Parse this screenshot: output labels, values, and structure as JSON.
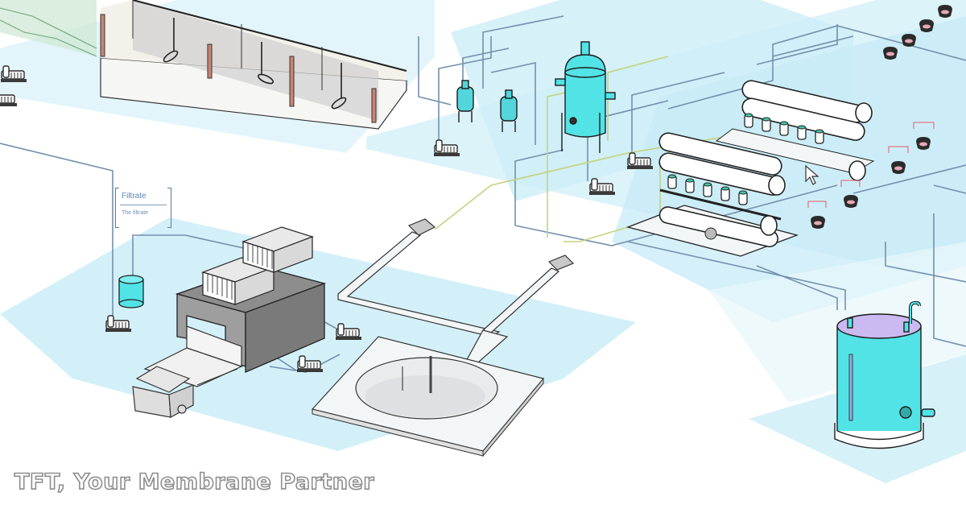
{
  "diagram": {
    "title": "Membrane water treatment plant process flow (isometric)",
    "colors": {
      "floor_zone": "#d6f1f8",
      "floor_zone_deep": "#bfe8f3",
      "tank_cyan": "#52e3e6",
      "tank_top_violet": "#c9b8f0",
      "pipe_blue": "#6f8fab",
      "pipe_green": "#c7d98a",
      "equipment_outline": "#222222",
      "press_gray": "#8c8c8c",
      "valve_red": "#e45b6a",
      "wall_red": "#c98474"
    },
    "components": [
      {
        "id": "aeration-basin",
        "label": "Aeration basin with 3 mixers"
      },
      {
        "id": "filtrate-label",
        "label": "Filtrate"
      },
      {
        "id": "chemical-tank",
        "label": "Chemical dosing tank"
      },
      {
        "id": "filter-press",
        "label": "Sludge dewatering / filter press"
      },
      {
        "id": "sludge-truck",
        "label": "Sludge truck"
      },
      {
        "id": "clarifier",
        "label": "Circular clarifier"
      },
      {
        "id": "cartridge-filters",
        "label": "Cartridge filters (2)"
      },
      {
        "id": "pressure-vessel",
        "label": "Pressure filter vessel"
      },
      {
        "id": "ro-skid",
        "label": "RO membrane skids (2)"
      },
      {
        "id": "product-tank",
        "label": "Product water tank"
      },
      {
        "id": "valves",
        "label": "Actuated valves"
      },
      {
        "id": "pumps",
        "label": "Pumps"
      }
    ]
  },
  "labels": {
    "filtrate_title": "Filtrate",
    "filtrate_sub": "The filtrate"
  },
  "watermark": {
    "text": "TFT, Your Membrane Partner"
  },
  "icons": {
    "cursor": "mouse-pointer-icon"
  }
}
